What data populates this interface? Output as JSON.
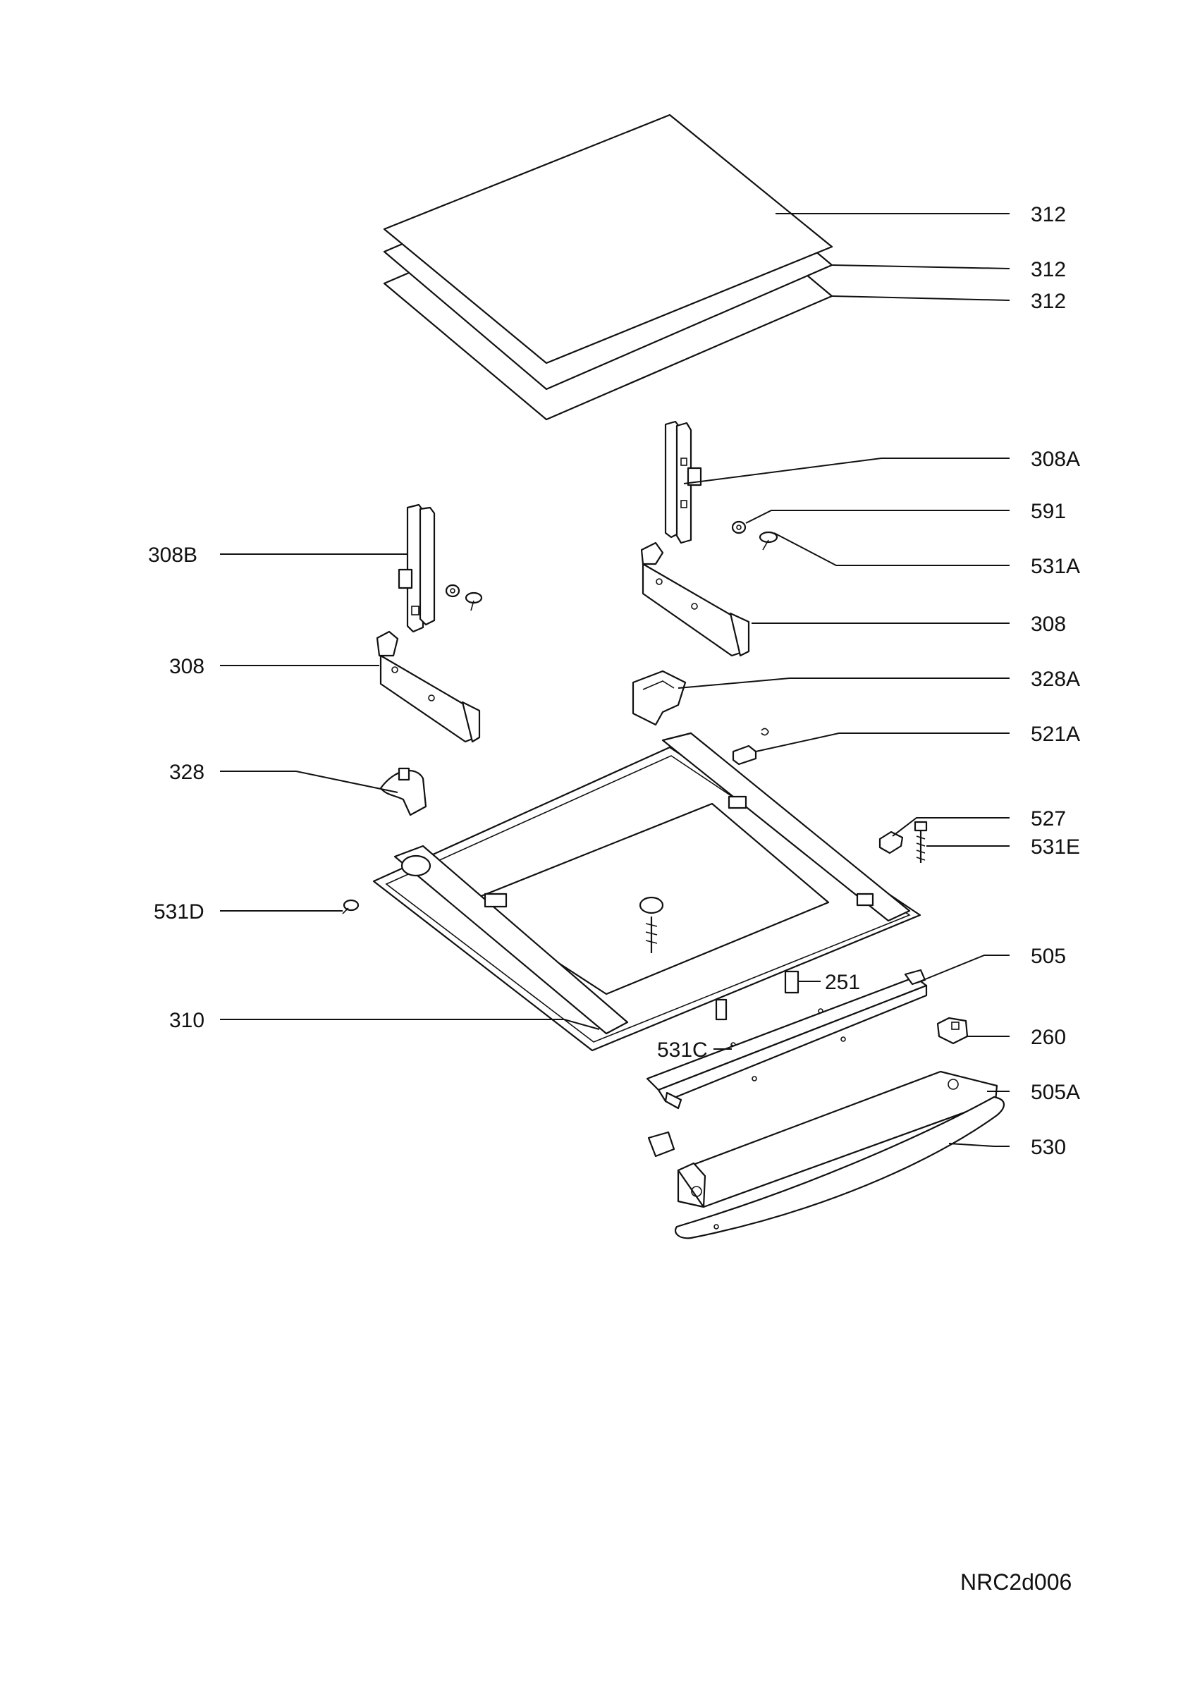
{
  "diagram_code": "NRC2d006",
  "callouts": [
    {
      "id": "glass-312-a",
      "text": "312"
    },
    {
      "id": "glass-312-b",
      "text": "312"
    },
    {
      "id": "glass-312-c",
      "text": "312"
    },
    {
      "id": "hinge-308A",
      "text": "308A"
    },
    {
      "id": "washer-591",
      "text": "591"
    },
    {
      "id": "screw-531A",
      "text": "531A"
    },
    {
      "id": "hinge-308-right",
      "text": "308"
    },
    {
      "id": "cover-328A",
      "text": "328A"
    },
    {
      "id": "clip-521A",
      "text": "521A"
    },
    {
      "id": "block-527",
      "text": "527"
    },
    {
      "id": "screw-531E",
      "text": "531E"
    },
    {
      "id": "trim-505",
      "text": "505"
    },
    {
      "id": "part-251",
      "text": "251"
    },
    {
      "id": "part-260",
      "text": "260"
    },
    {
      "id": "part-505A",
      "text": "505A"
    },
    {
      "id": "handle-530",
      "text": "530"
    },
    {
      "id": "screw-531C",
      "text": "531C"
    },
    {
      "id": "hinge-308B",
      "text": "308B"
    },
    {
      "id": "hinge-308-left",
      "text": "308"
    },
    {
      "id": "cover-328",
      "text": "328"
    },
    {
      "id": "screw-531D",
      "text": "531D"
    },
    {
      "id": "door-310",
      "text": "310"
    }
  ]
}
